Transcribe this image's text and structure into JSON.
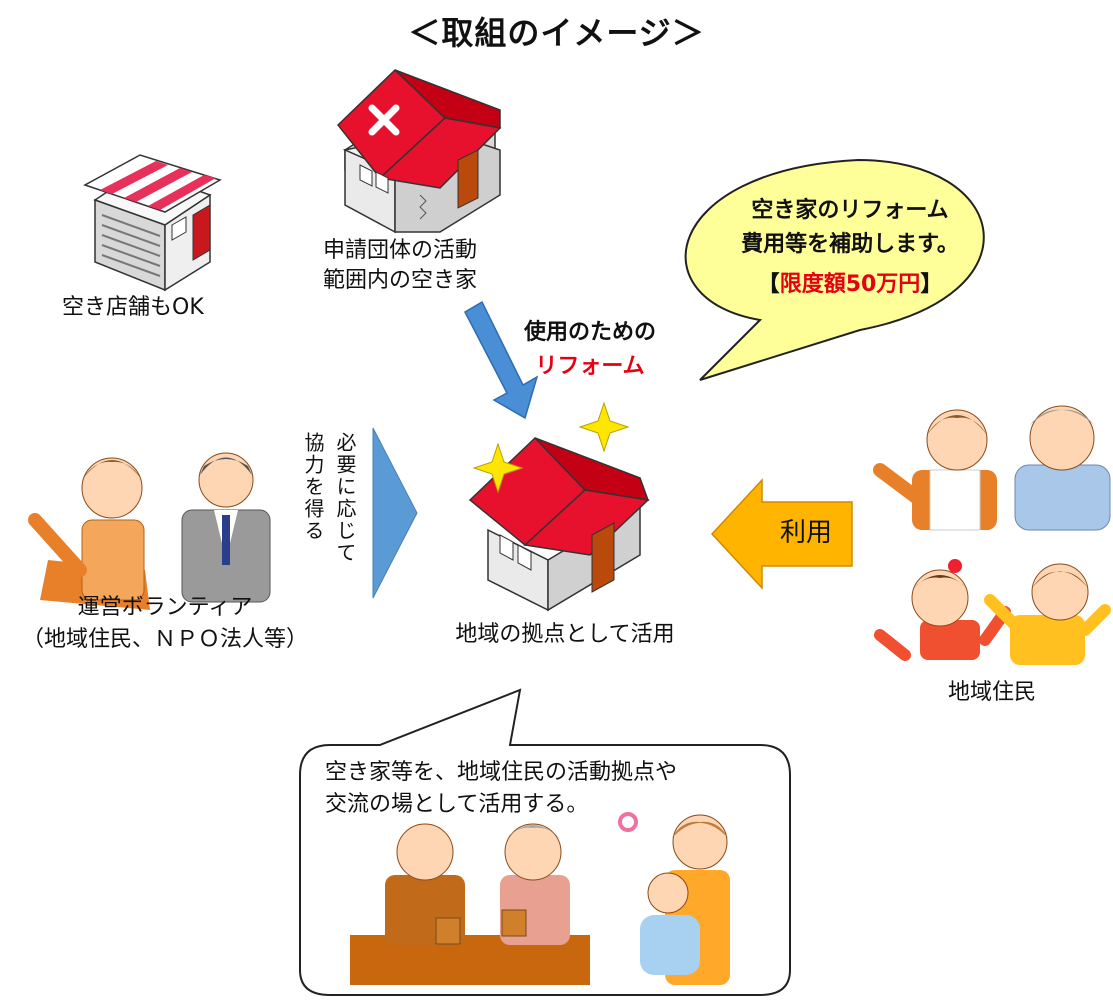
{
  "title": "＜取組のイメージ＞",
  "labels": {
    "vacant_store": "空き店舗もOK",
    "vacant_house_line1": "申請団体の活動",
    "vacant_house_line2": "範囲内の空き家",
    "reform_line1": "使用のための",
    "reform_line2": "リフォーム",
    "cooperate_line1": "必要に応じて",
    "cooperate_line2": "協力を得る",
    "volunteer_line1": "運営ボランティア",
    "volunteer_line2": "（地域住民、ＮＰＯ法人等）",
    "hub": "地域の拠点として活用",
    "use": "利用",
    "residents": "地域住民"
  },
  "subsidy_bubble": {
    "line1": "空き家のリフォーム",
    "line2": "費用等を補助します。",
    "bracket_open": "【",
    "limit": "限度額50万円",
    "bracket_close": "】"
  },
  "usage_bubble": {
    "line1": "空き家等を、地域住民の活動拠点や",
    "line2": "交流の場として活用する。"
  },
  "colors": {
    "roof_red": "#e8112d",
    "arrow_blue": "#4a8fd6",
    "arrow_orange": "#ffb400",
    "bubble_yellow": "#ffff99",
    "awning_pink": "#e8315a",
    "limit_red": "#e60012"
  }
}
